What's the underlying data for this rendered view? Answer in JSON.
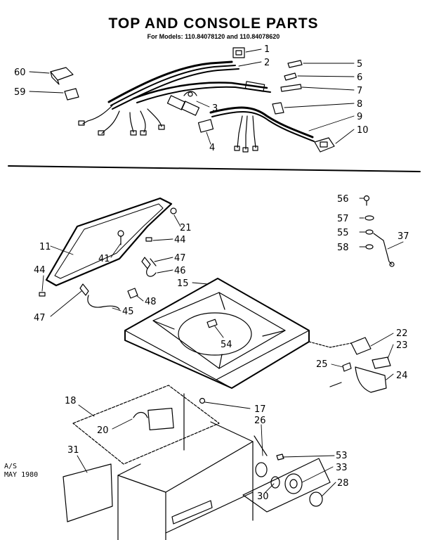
{
  "header": {
    "title": "TOP AND CONSOLE PARTS",
    "subtitle": "For Models: 110.84078120 and 110.84078620"
  },
  "footer_note": {
    "line1": "A/S",
    "line2": "MAY 1980"
  },
  "callouts": {
    "c1": "1",
    "c2": "2",
    "c3": "3",
    "c4": "4",
    "c5": "5",
    "c6": "6",
    "c7": "7",
    "c8": "8",
    "c9": "9",
    "c10": "10",
    "c59": "59",
    "c60": "60",
    "c11": "11",
    "c15": "15",
    "c17": "17",
    "c18": "18",
    "c20": "20",
    "c21": "21",
    "c22": "22",
    "c23": "23",
    "c24": "24",
    "c25": "25",
    "c26": "26",
    "c28": "28",
    "c30": "30",
    "c31": "31",
    "c33": "33",
    "c37": "37",
    "c41": "41",
    "c44a": "44",
    "c44b": "44",
    "c45": "45",
    "c46": "46",
    "c47a": "47",
    "c47b": "47",
    "c48": "48",
    "c53": "53",
    "c54": "54",
    "c55": "55",
    "c56": "56",
    "c57": "57",
    "c58": "58"
  }
}
